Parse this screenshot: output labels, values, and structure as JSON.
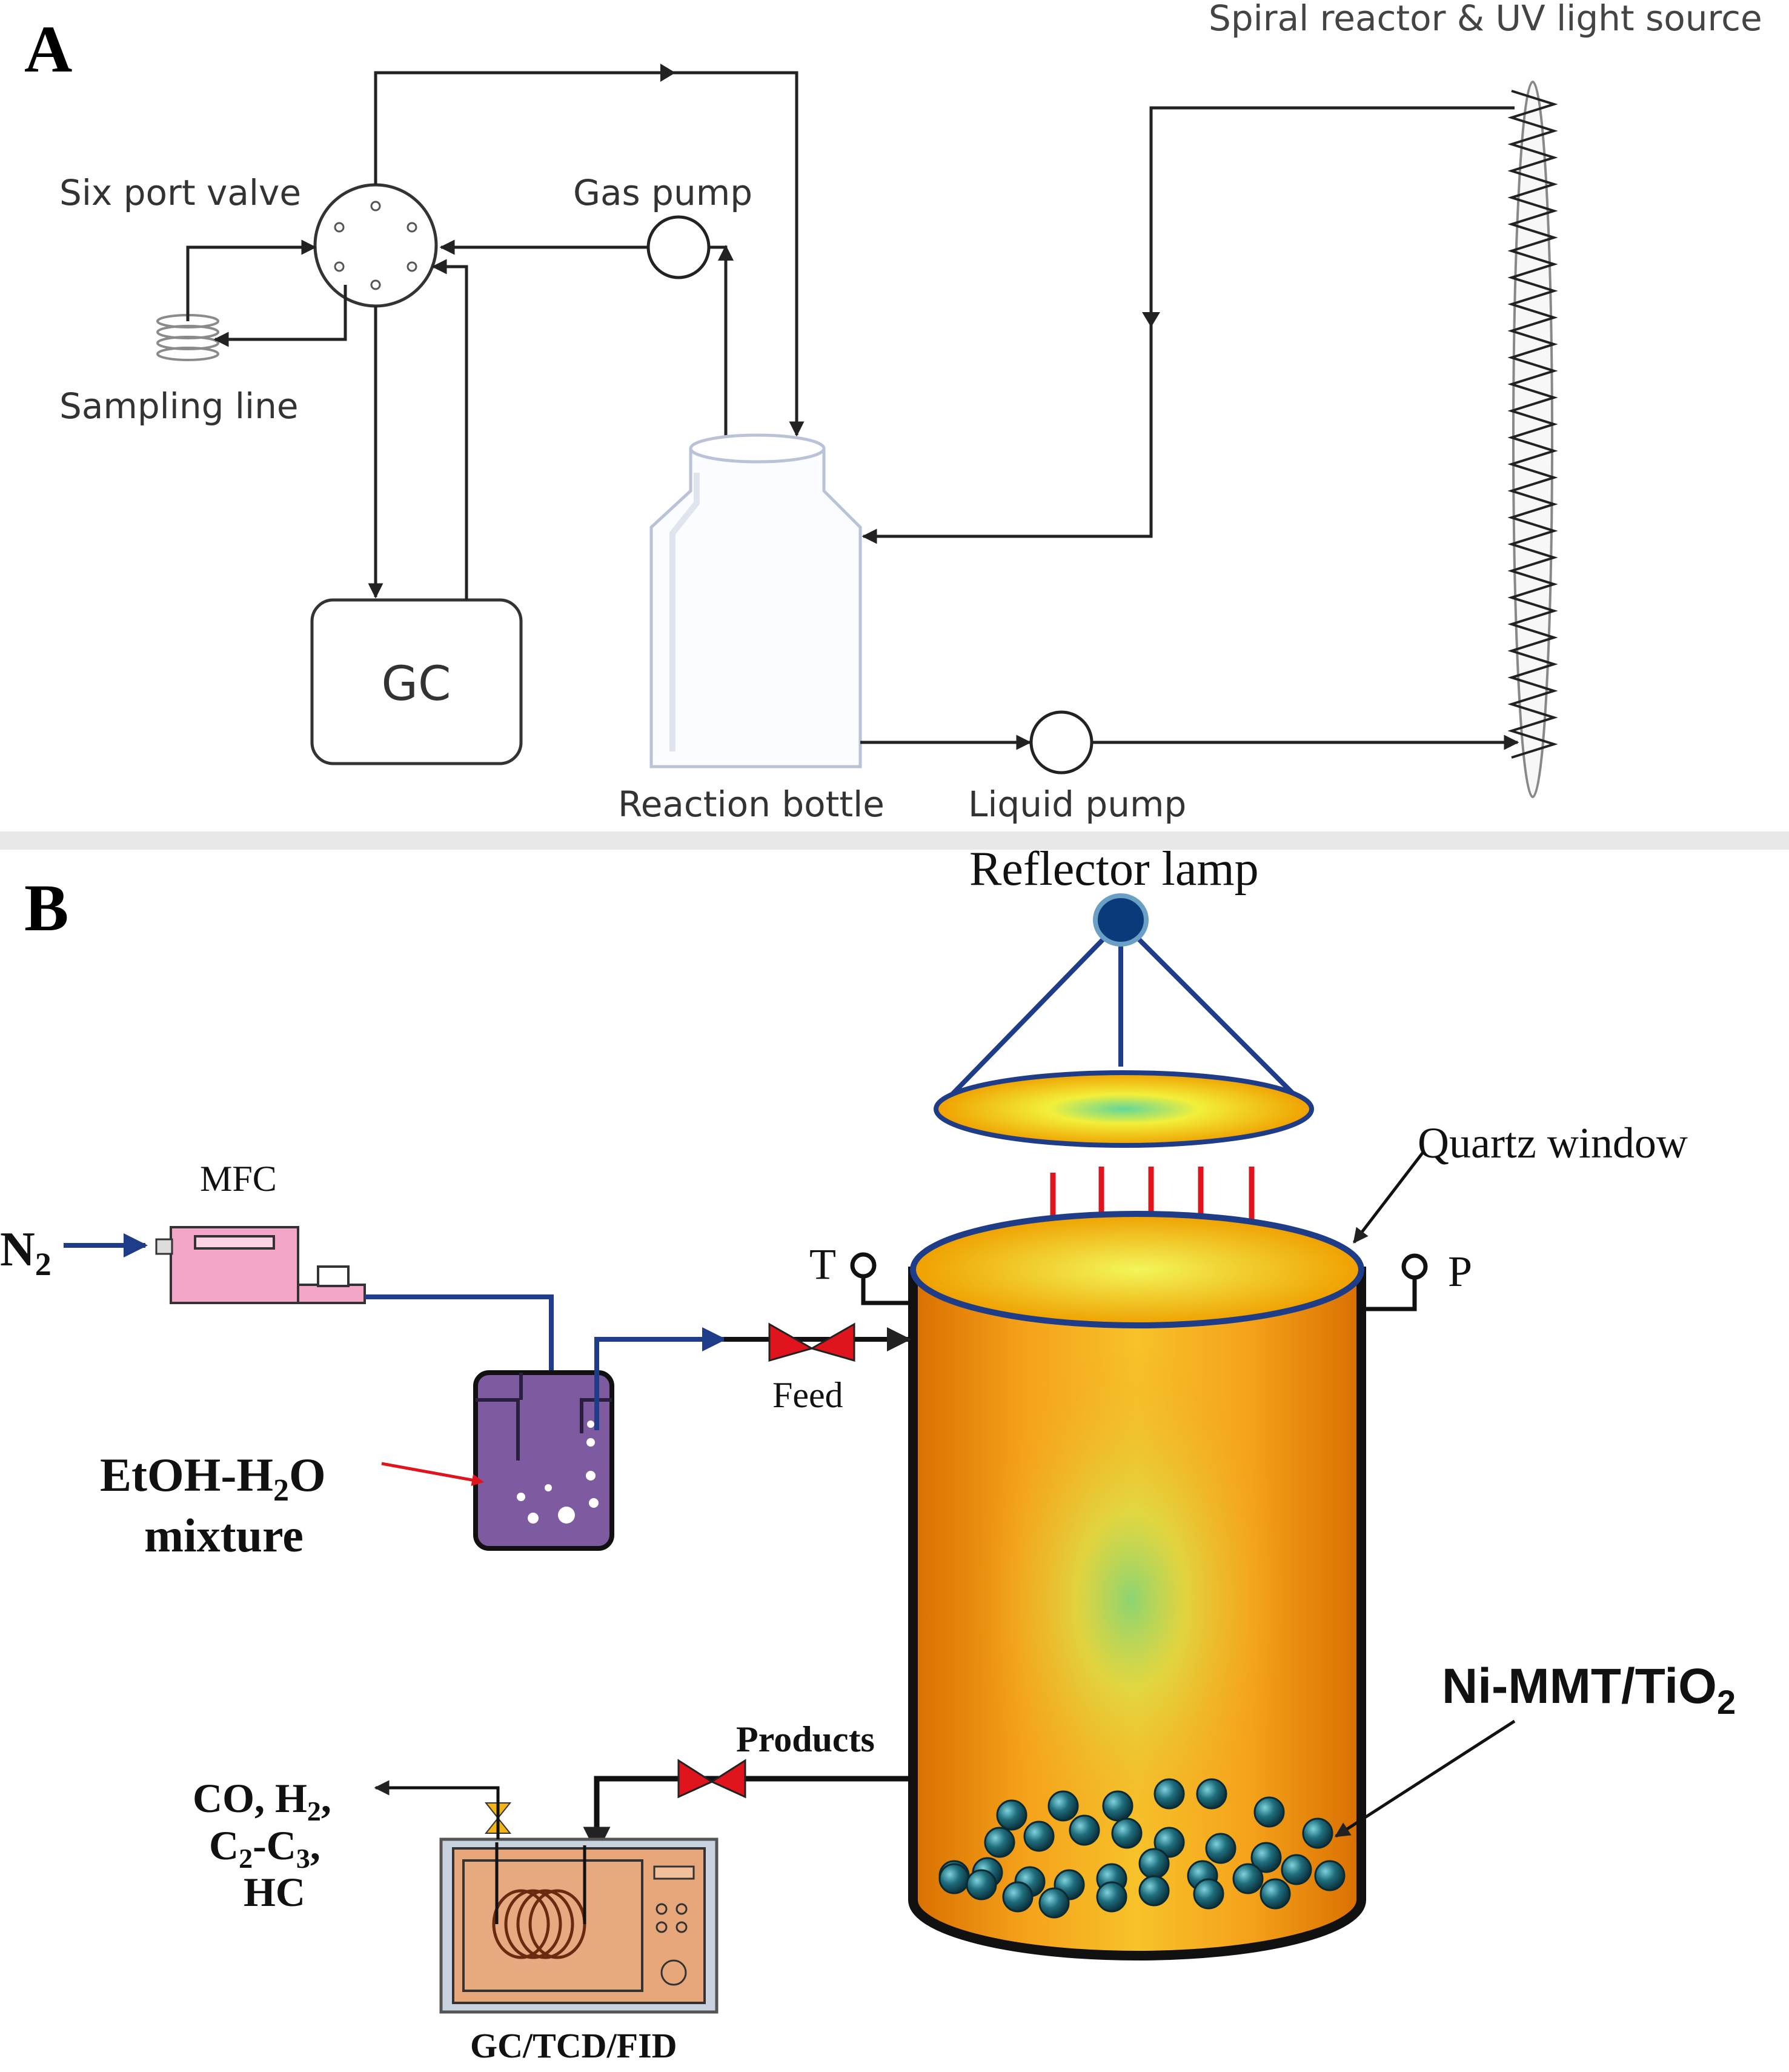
{
  "panel_a": {
    "label": "A",
    "spiral_reactor": "Spiral reactor & UV light source",
    "six_port_valve": "Six port valve",
    "gas_pump": "Gas pump",
    "sampling_line": "Sampling line",
    "gc": "GC",
    "reaction_bottle": "Reaction bottle",
    "liquid_pump": "Liquid pump"
  },
  "panel_b": {
    "label": "B",
    "reflector_lamp": "Reflector lamp",
    "quartz_window": "Quartz window",
    "mfc": "MFC",
    "n2": "N",
    "n2_sub": "2",
    "t_gauge": "T",
    "p_gauge": "P",
    "feed": "Feed",
    "mixture_line1_a": "EtOH-H",
    "mixture_line1_sub": "2",
    "mixture_line1_b": "O",
    "mixture_line2": "mixture",
    "catalyst_a": "Ni-MMT/TiO",
    "catalyst_sub": "2",
    "products": "Products",
    "out_line1_a": "CO, H",
    "out_line1_sub": "2",
    "out_line1_b": ",",
    "out_line2_a": "C",
    "out_line2_sub1": "2",
    "out_line2_b": "-C",
    "out_line2_sub2": "3",
    "out_line2_c": ",",
    "out_line3": "HC",
    "analyzer": "GC/TCD/FID"
  },
  "colors": {
    "line": "#222222",
    "blue_line": "#1f3c88",
    "red_arrow": "#e0141c",
    "vessel_orange": "#f08a00",
    "mfc_pink": "#f4a6c8",
    "mixture_purple": "#7e5aa0",
    "catalyst_teal": "#1f6e7e",
    "gc_box": "#e7a77a"
  }
}
